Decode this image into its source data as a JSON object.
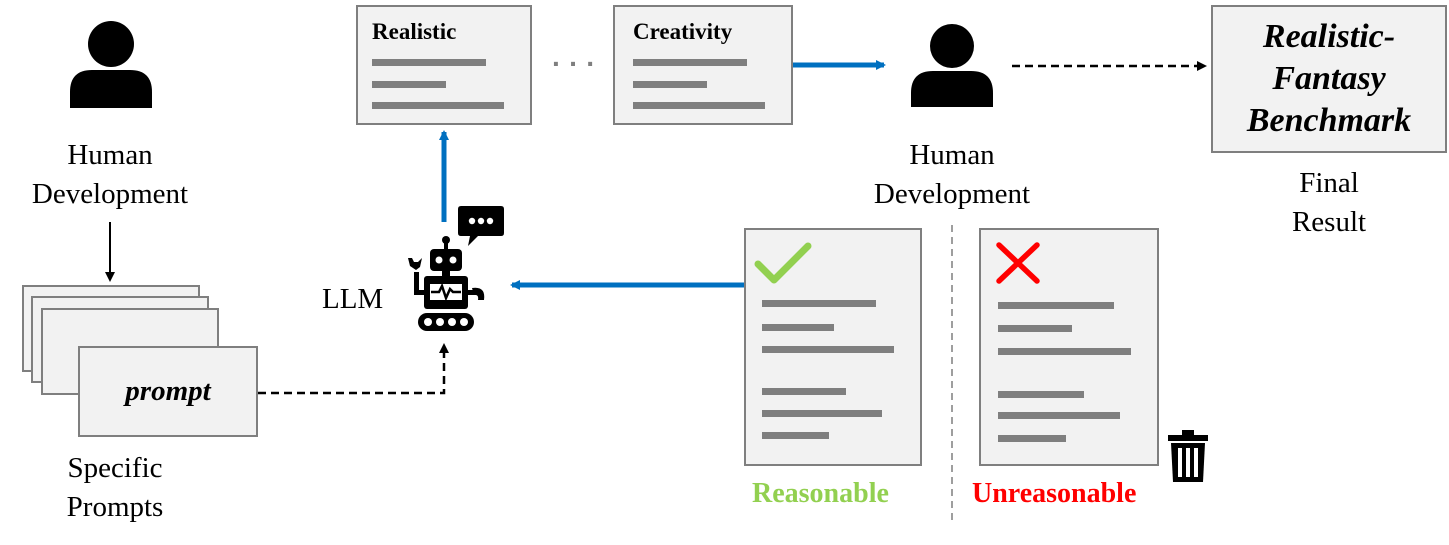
{
  "left": {
    "human_caption": [
      "Human",
      "Development"
    ],
    "prompt_card_label": "prompt",
    "prompts_caption": [
      "Specific",
      "Prompts"
    ]
  },
  "llm": {
    "label": "LLM",
    "chat_icon": "speech-bubble-icon",
    "robot_icon": "robot-icon"
  },
  "cards": [
    {
      "title": "Realistic"
    },
    {
      "title": "Creativity"
    }
  ],
  "ellipsis": "· · ·",
  "right": {
    "human_caption": [
      "Human",
      "Development"
    ],
    "benchmark_title": [
      "Realistic-",
      "Fantasy",
      "Benchmark"
    ],
    "final_caption": [
      "Final",
      "Result"
    ]
  },
  "review": {
    "reasonable_label": "Reasonable",
    "unreasonable_label": "Unreasonable",
    "reasonable_color": "#92d050",
    "unreasonable_color": "#ff0000",
    "icons": [
      "checkmark-icon",
      "x-mark-icon",
      "trash-icon"
    ]
  },
  "colors": {
    "blue_arrow": "#0070c0",
    "gray": "#7f7f7f",
    "box_fill": "#f2f2f2"
  }
}
